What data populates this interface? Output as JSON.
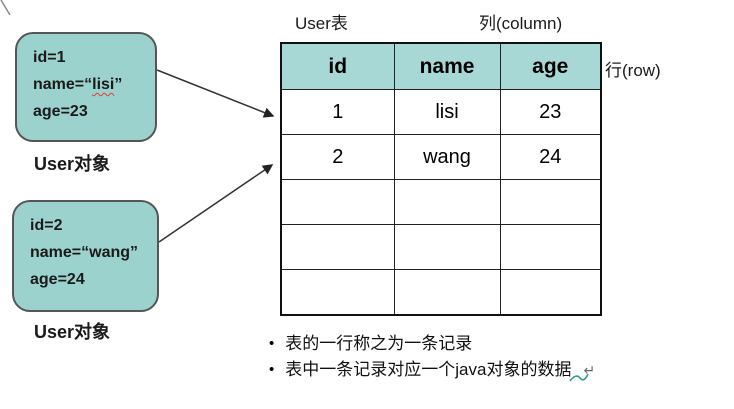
{
  "colors": {
    "object_box_fill": "#9cd2ce",
    "object_box_border": "#555555",
    "table_header_fill": "#a8d8d5",
    "table_border": "#111111",
    "misspell_underline": "#e03c3c",
    "grammar_swoosh": "#2f9e8f",
    "arrow": "#333333"
  },
  "objects": [
    {
      "line1": "id=1",
      "name_prefix": "name=“",
      "name_word": "lisi",
      "name_suffix": "”",
      "line3": "age=23",
      "label": "User对象"
    },
    {
      "line1": "id=2",
      "name_prefix": "name=“",
      "name_word": "wang",
      "name_suffix": "”",
      "line3": "age=24",
      "label": "User对象"
    }
  ],
  "table": {
    "title": "User表",
    "column_label": "列(column)",
    "row_label": "行(row)",
    "headers": [
      "id",
      "name",
      "age"
    ],
    "rows": [
      [
        "1",
        "lisi",
        "23"
      ],
      [
        "2",
        "wang",
        "24"
      ],
      [
        "",
        "",
        ""
      ],
      [
        "",
        "",
        ""
      ],
      [
        "",
        "",
        ""
      ]
    ]
  },
  "notes": {
    "bullet_icon": "•",
    "bullet1": "表的一行称之为一条记录",
    "bullet2": "表中一条记录对应一个java对象的数据",
    "return_mark": "↵"
  }
}
